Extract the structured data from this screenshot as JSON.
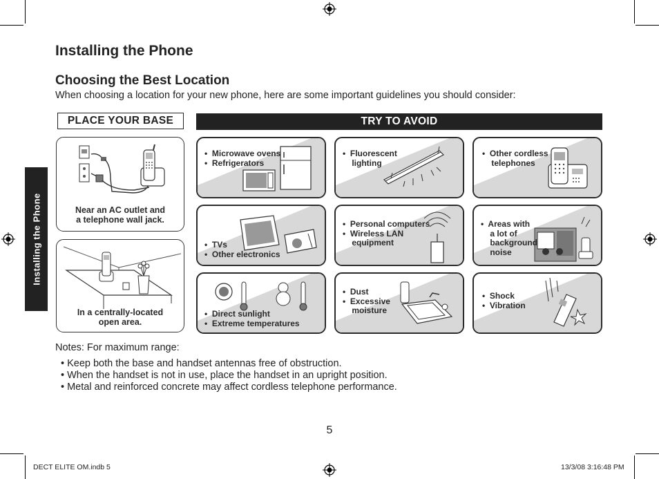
{
  "page": {
    "title": "Installing the Phone",
    "subtitle": "Choosing the Best Location",
    "intro": "When choosing a location for your new phone, here are some important guidelines you should consider:",
    "side_tab": "Installing the Phone",
    "page_number": "5"
  },
  "headers": {
    "place_base": "PLACE YOUR BASE",
    "try_avoid": "TRY TO AVOID"
  },
  "place": [
    {
      "line1": "Near an AC outlet and",
      "line2": "a telephone wall jack."
    },
    {
      "line1": "In a centrally-located",
      "line2": "open area."
    }
  ],
  "avoid": [
    {
      "lines": [
        "•  Microwave ovens",
        "•  Refrigerators"
      ]
    },
    {
      "lines": [
        "•  Fluorescent",
        "    lighting"
      ]
    },
    {
      "lines": [
        "•  Other cordless",
        "    telephones"
      ]
    },
    {
      "lines": [
        "•  TVs",
        "•  Other electronics"
      ]
    },
    {
      "lines": [
        "•  Personal computers",
        "•  Wireless LAN",
        "    equipment"
      ]
    },
    {
      "lines": [
        "•  Areas with",
        "    a lot of",
        "    background",
        "    noise"
      ]
    },
    {
      "lines": [
        "•  Direct sunlight",
        "•  Extreme temperatures"
      ]
    },
    {
      "lines": [
        "•  Dust",
        "•  Excessive",
        "    moisture"
      ]
    },
    {
      "lines": [
        "•  Shock",
        "•  Vibration"
      ]
    }
  ],
  "notes": {
    "heading": "Notes: For maximum range:",
    "items": [
      "• Keep both the base and handset antennas free of obstruction.",
      "• When the handset is not in use, place the handset in an upright position.",
      "• Metal and reinforced concrete may affect cordless telephone performance."
    ]
  },
  "footer": {
    "left": "DECT ELITE OM.indb   5",
    "right": "13/3/08   3:16:48 PM"
  }
}
